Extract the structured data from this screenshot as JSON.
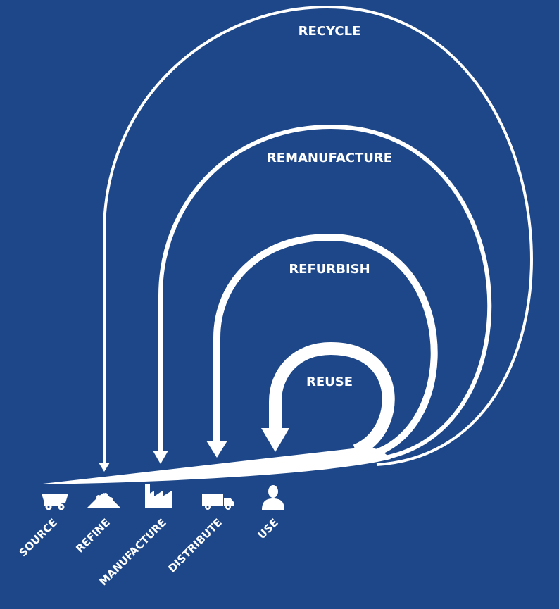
{
  "colors": {
    "background": "#1d4788",
    "foreground": "#ffffff"
  },
  "loops": {
    "recycle": "RECYCLE",
    "remanufacture": "REMANUFACTURE",
    "refurbish": "REFURBISH",
    "reuse": "REUSE"
  },
  "stages": [
    {
      "label": "SOURCE",
      "icon": "mining-truck-icon"
    },
    {
      "label": "REFINE",
      "icon": "ore-pile-icon"
    },
    {
      "label": "MANUFACTURE",
      "icon": "factory-icon"
    },
    {
      "label": "DISTRIBUTE",
      "icon": "delivery-truck-icon"
    },
    {
      "label": "USE",
      "icon": "person-icon"
    }
  ]
}
